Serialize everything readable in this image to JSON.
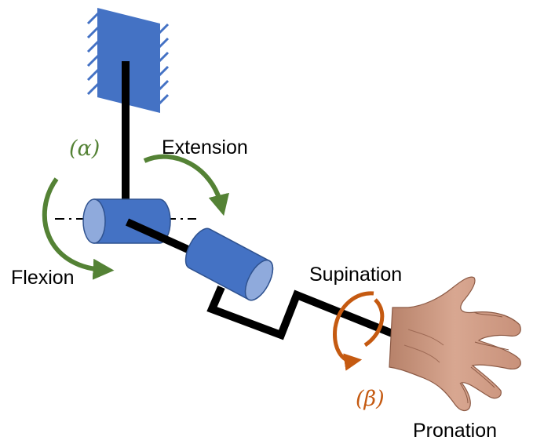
{
  "labels": {
    "extension": "Extension",
    "flexion": "Flexion",
    "supination": "Supination",
    "pronation": "Pronation",
    "alpha": "(α)",
    "beta": "(β)"
  },
  "colors": {
    "mechanism_blue": "#4472c4",
    "mechanism_dark": "#2f528f",
    "link_black": "#000000",
    "flexion_arrow_green": "#548235",
    "supination_arrow_orange": "#c55a11"
  },
  "icons": {
    "hand": "open-hand-icon"
  }
}
